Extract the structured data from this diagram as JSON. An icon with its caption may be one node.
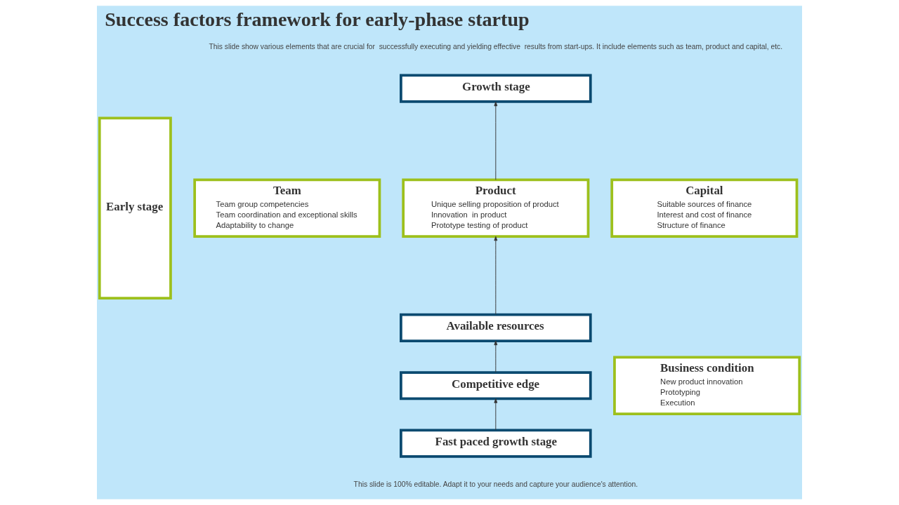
{
  "diagram": {
    "title": "Success factors framework for early-phase startup",
    "nodes": [
      {
        "text": [
          "Early stage"
        ]
      },
      {
        "text": [
          "Team",
          "Team group competencies",
          "Team coordination and exceptional skills",
          "Adaptability to change"
        ]
      },
      {
        "text": [
          "Product",
          "Unique selling proposition of product",
          "Innovation  in product",
          "Prototype testing of product"
        ]
      },
      {
        "text": [
          "Capital",
          "Suitable sources of finance",
          "Interest and cost of finance",
          "Structure of finance"
        ]
      },
      {
        "text": [
          "Growth stage"
        ]
      },
      {
        "text": [
          "Available resources"
        ]
      },
      {
        "text": [
          "Competitive edge"
        ]
      },
      {
        "text": [
          "Fast paced growth stage"
        ]
      },
      {
        "text": [
          "Business condition",
          "New product innovation",
          "Prototyping",
          "Execution"
        ]
      }
    ],
    "edges": [
      {
        "from": 7,
        "to": 6,
        "arrow": "to"
      },
      {
        "from": 6,
        "to": 5,
        "arrow": "to"
      },
      {
        "from": 5,
        "to": 2,
        "arrow": "to"
      },
      {
        "from": 2,
        "to": 4,
        "arrow": "to"
      }
    ],
    "labels": [
      "This slide show various elements that are crucial for  successfully executing and yielding effective  results from start-ups. It include elements such as team, product and capital, etc.",
      "This slide is 100% editable. Adapt it to your needs and capture your audience's attention."
    ]
  }
}
